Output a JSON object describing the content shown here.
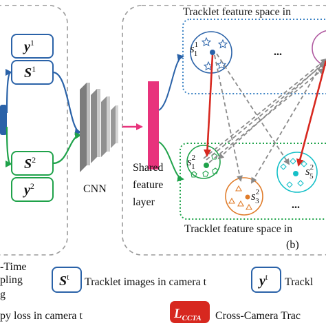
{
  "left_panel": {
    "box_labels": [
      {
        "main": "y",
        "sup": "1"
      },
      {
        "main": "S",
        "sup": "1"
      },
      {
        "main": "S",
        "sup": "2"
      },
      {
        "main": "y",
        "sup": "2"
      }
    ]
  },
  "cnn_label": "CNN",
  "shared_layer_label": [
    "Shared",
    "feature",
    "layer"
  ],
  "space_top_title": "Tracklet feature space in",
  "space_bottom_title": "Tracklet feature space in",
  "panel_tag": "(b)",
  "ellipsis": "...",
  "clusters": [
    {
      "sym": "s",
      "sub": "1",
      "sup": "1"
    },
    {
      "sym": "s",
      "sub": "1",
      "sup": "2"
    },
    {
      "sym": "s",
      "sub": "3",
      "sup": "2"
    },
    {
      "sym": "s",
      "sub": "5",
      "sup": "2"
    }
  ],
  "legend": {
    "left_fragments": [
      "-Time",
      "pling",
      "g",
      "py loss in camera t"
    ],
    "item_s_symbol": {
      "main": "S",
      "sup": "t"
    },
    "item_s_text": "Tracklet images in camera t",
    "item_y_symbol": {
      "main": "y",
      "sup": "t"
    },
    "item_y_text": "Trackl",
    "item_l_symbol": {
      "main": "L",
      "sub": "CCTA"
    },
    "item_l_text": "Cross-Camera Trac"
  },
  "colors": {
    "blue": "#2a62a8",
    "green": "#1fa24a",
    "pink": "#e8337c",
    "red": "#d7281f",
    "dotted_blue": "#3b82c4",
    "dotted_green": "#1ea34a",
    "orange": "#e07c2a",
    "cyan": "#16c0c8",
    "purple": "#b05aa0",
    "dashed_gray": "#8a8a8a"
  }
}
